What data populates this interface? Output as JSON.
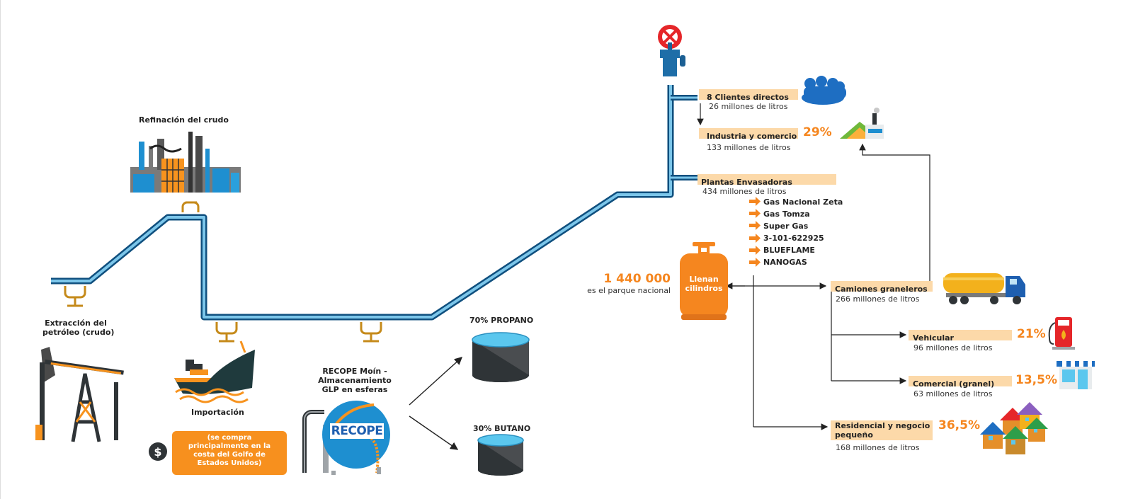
{
  "colors": {
    "orange": "#f5861f",
    "band": "#fcd9a9",
    "pipe_blue": "#2b8fc8",
    "dark": "#2f3437"
  },
  "left": {
    "refinacion": "Refinación del crudo",
    "extraccion_1": "Extracción del",
    "extraccion_2": "petróleo (crudo)",
    "importacion": "Importación",
    "import_note": [
      "(se compra",
      "principalmente en la",
      "costa del Golfo de",
      "Estados Unidos)"
    ],
    "recope_lines": [
      "RECOPE Moín -",
      "Almacenamiento",
      "GLP en esferas"
    ],
    "recope_logo": "RECOPE",
    "propano": "70% PROPANO",
    "butano": "30% BUTANO"
  },
  "cylinder": {
    "count": "1 440 000",
    "count_caption": "es el parque nacional",
    "label_1": "Llenan",
    "label_2": "cilindros"
  },
  "dist": {
    "clientes": {
      "label": "8 Clientes directos",
      "volume": "26 millones de litros"
    },
    "industria": {
      "label": "Industria y comercio",
      "volume": "133 millones de litros",
      "pct": "29%"
    },
    "plantas": {
      "label": "Plantas Envasadoras",
      "volume": "434 millones de litros"
    },
    "companies": [
      "Gas Nacional Zeta",
      "Gas Tomza",
      "Super Gas",
      "3-101-622925",
      "BLUEFLAME",
      "NANOGAS"
    ],
    "camiones": {
      "label": "Camiones graneleros",
      "volume": "266 millones de litros"
    },
    "vehicular": {
      "label": "Vehicular",
      "volume": "96 millones de litros",
      "pct": "21%"
    },
    "comercial": {
      "label": "Comercial (granel)",
      "volume": "63 millones de litros",
      "pct": "13,5%"
    },
    "residencial": {
      "label_1": "Residencial y negocio",
      "label_2": "pequeño",
      "volume": "168 millones de litros",
      "pct": "36,5%"
    }
  },
  "icons": [
    "refinery-icon",
    "oil-pump-icon",
    "ship-icon",
    "dollar-icon",
    "recope-sphere-icon",
    "propane-tank-icon",
    "butane-tank-icon",
    "valve-icon",
    "people-icon",
    "factory-icon",
    "gas-cylinder-icon",
    "tanker-truck-icon",
    "fuel-pump-icon",
    "store-icon",
    "houses-icon"
  ]
}
